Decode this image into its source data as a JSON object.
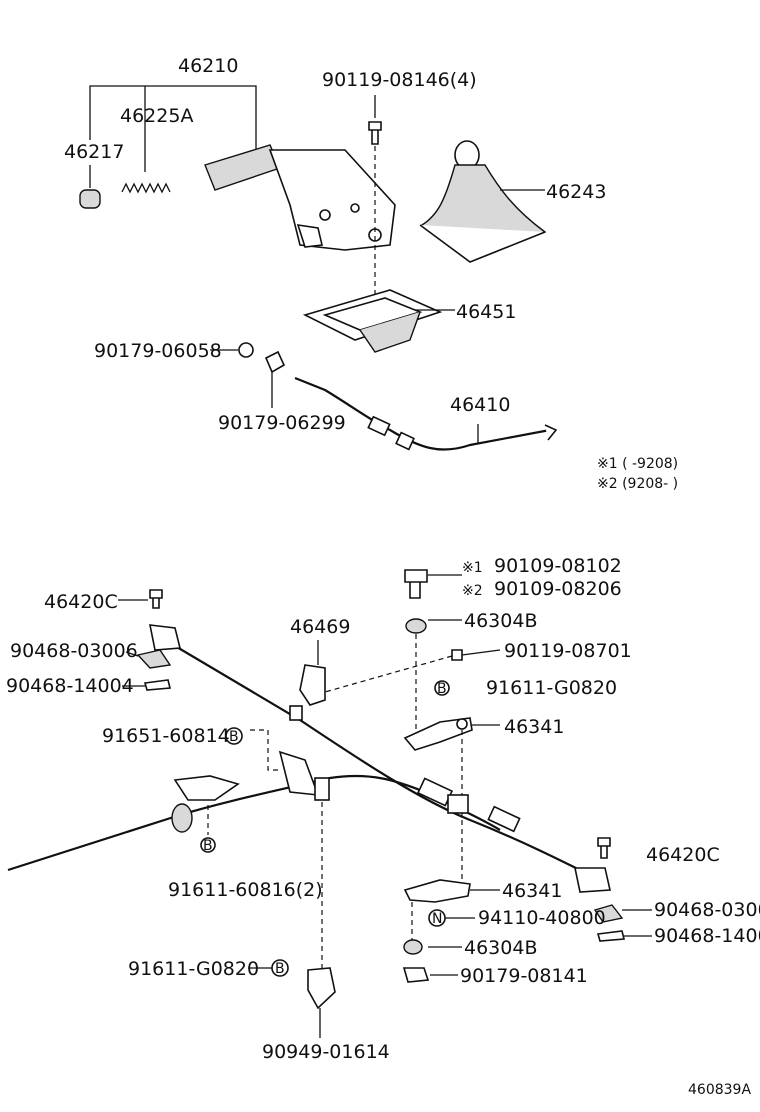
{
  "diagram_id": "460839A",
  "notes": [
    "※1 (      -9208)",
    "※2 (9208-      )"
  ],
  "upper_assembly": {
    "parts": {
      "lever_assy": "46210",
      "spring": "46225A",
      "knob": "46217",
      "bolt": "90119-08146(4)",
      "boot": "46243",
      "plate": "46451",
      "nut": "90179-06058",
      "nut2": "90179-06299",
      "front_cable": "46410"
    }
  },
  "lower_assembly": {
    "parts": {
      "bolt_1": "90109-08102",
      "bolt_2": "90109-08206",
      "bolt_1_mark": "※1",
      "bolt_2_mark": "※2",
      "cable_left": "46420C",
      "cable_right": "46420C",
      "bushing_top": "46304B",
      "bushing_bottom": "46304B",
      "bracket": "46469",
      "bolt_08701": "90119-08701",
      "bolt_g0820_top": "91611-G0820",
      "bolt_g0820_bottom": "91611-G0820",
      "equalizer_top": "46341",
      "equalizer_bottom": "46341",
      "clip_03006": "90468-03006",
      "clip_14004": "90468-14004",
      "bolt_60814": "91651-60814",
      "bolt_60816": "91611-60816(2)",
      "nut_40800": "94110-40800",
      "nut_08141": "90179-08141",
      "clip_0300": "90468-0300",
      "clip_1400": "90468-1400",
      "clamp": "90949-01614"
    }
  },
  "marks": {
    "b": "B",
    "n": "N"
  }
}
